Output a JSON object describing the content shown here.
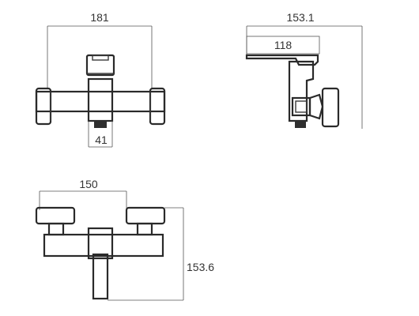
{
  "diagram": {
    "front_view": {
      "overall_width": "181",
      "outlet_width": "41"
    },
    "side_view": {
      "overall_depth": "153.1",
      "spout_reach": "118"
    },
    "bottom_view": {
      "inlet_centers": "150",
      "overall_height": "153.6"
    }
  }
}
